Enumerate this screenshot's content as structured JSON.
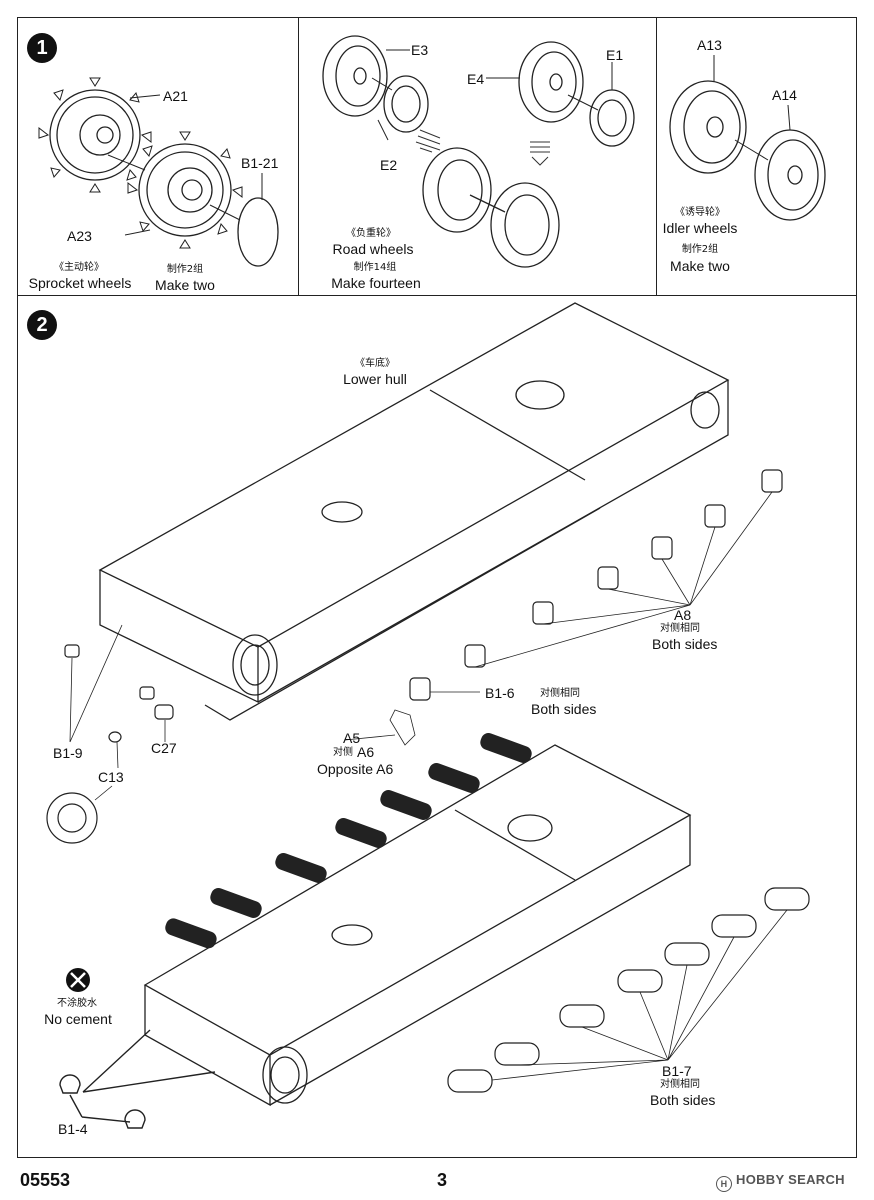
{
  "step1": {
    "number": "1",
    "sprocket": {
      "part_a21": "A21",
      "part_a23": "A23",
      "part_b121": "B1-21",
      "cn_name": "《主动轮》",
      "name": "Sprocket wheels",
      "cn_qty": "制作2组",
      "qty": "Make two"
    },
    "road": {
      "part_e3": "E3",
      "part_e2": "E2",
      "part_e4": "E4",
      "part_e1": "E1",
      "cn_name": "《负重轮》",
      "name": "Road  wheels",
      "cn_qty": "制作14组",
      "qty": "Make fourteen"
    },
    "idler": {
      "part_a13": "A13",
      "part_a14": "A14",
      "cn_name": "《诱导轮》",
      "name": "Idler wheels",
      "cn_qty": "制作2组",
      "qty": "Make two"
    }
  },
  "step2": {
    "number": "2",
    "hull_cn": "《车底》",
    "hull": "Lower hull",
    "a8": "A8",
    "a8_cn": "对侧相同",
    "a8_sides": "Both sides",
    "b16": "B1-6",
    "b16_cn": "对侧相同",
    "b16_sides": "Both sides",
    "a5": "A5",
    "a5_cn": "对侧",
    "a6": "A6",
    "opposite": "Opposite A6",
    "b19": "B1-9",
    "c27": "C27",
    "c13": "C13",
    "nocement_cn": "不涂胶水",
    "nocement": "No cement",
    "b14": "B1-4",
    "b17": "B1-7",
    "b17_cn": "对侧相同",
    "b17_sides": "Both sides"
  },
  "footer": {
    "code": "05553",
    "page": "3",
    "watermark": "HOBBY SEARCH",
    "logo": "H"
  }
}
